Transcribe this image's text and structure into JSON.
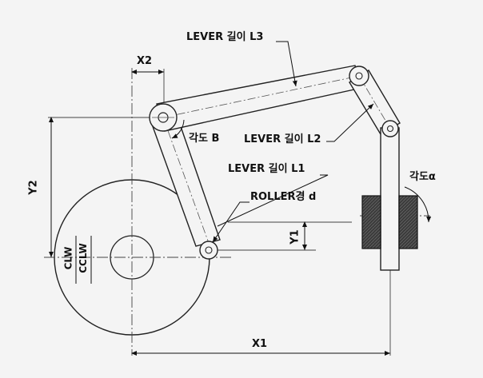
{
  "labels": {
    "lever_l3": "LEVER 길이 L3",
    "lever_l2": "LEVER 길이 L2",
    "lever_l1": "LEVER 길이 L1",
    "roller_d": "ROLLER경 d",
    "angle_b": "각도 B",
    "angle_a": "각도α",
    "x1": "X1",
    "x2": "X2",
    "y1": "Y1",
    "y2": "Y2",
    "clw": "CLW",
    "cclw": "CCLW"
  }
}
